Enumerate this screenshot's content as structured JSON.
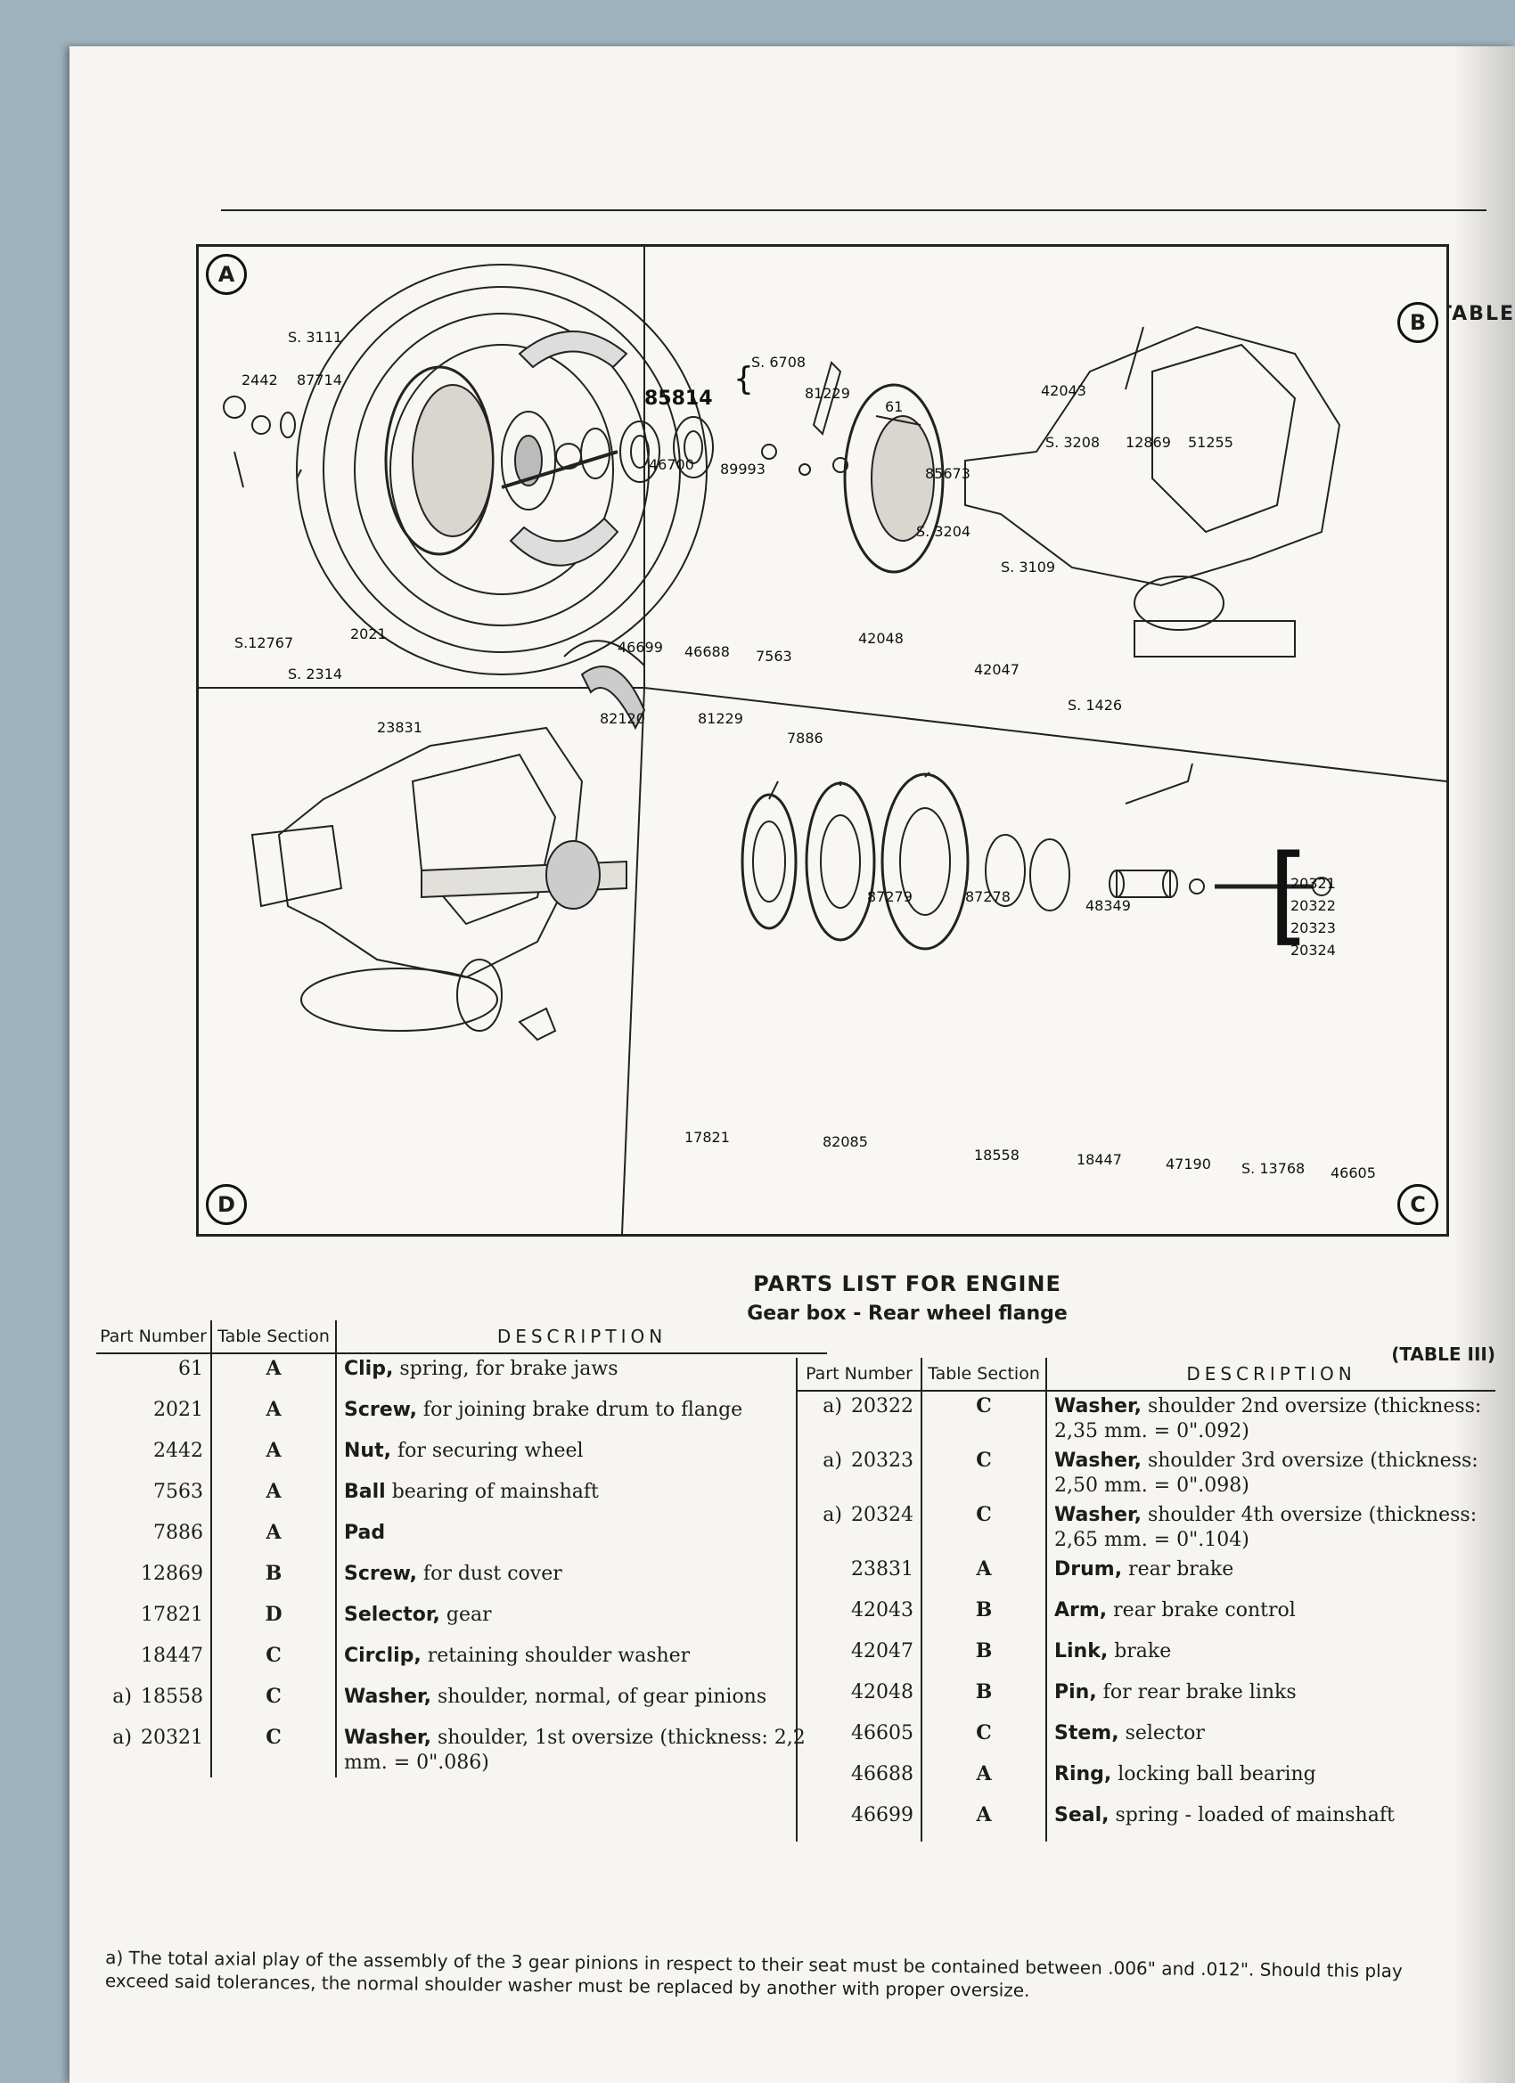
{
  "header": {
    "table_word": "TABLE"
  },
  "diagram": {
    "sections": [
      "A",
      "B",
      "C",
      "D"
    ],
    "labels_a": [
      "S. 3111",
      "2442",
      "87714",
      "S.12767",
      "S. 2314",
      "2021",
      "23831",
      "46699",
      "82120",
      "46688",
      "7563",
      "46700",
      "89993",
      "81229",
      "7886"
    ],
    "group_a": {
      "main": "85814",
      "sub": [
        "S. 6708",
        "81229",
        "61"
      ]
    },
    "labels_b": [
      "85673",
      "S. 3204",
      "42048",
      "42043",
      "S. 3208",
      "12869",
      "51255",
      "S. 3109",
      "42047",
      "S. 1426"
    ],
    "labels_c": [
      "87279",
      "87278",
      "48349",
      "18558",
      "18447",
      "47190",
      "S. 13768",
      "46605"
    ],
    "group_c": [
      "20321",
      "20322",
      "20323",
      "20324"
    ],
    "labels_d": [
      "17821",
      "82085"
    ]
  },
  "parts": {
    "title": "PARTS LIST FOR ENGINE",
    "subtitle": "Gear box - Rear wheel flange",
    "table_code": "(TABLE III)",
    "headers": {
      "part": "Part Number",
      "section": "Table Section",
      "description": "DESCRIPTION"
    },
    "left": [
      {
        "prefix": "",
        "number": "61",
        "section": "A",
        "name": "Clip,",
        "rest": "spring, for brake jaws"
      },
      {
        "prefix": "",
        "number": "2021",
        "section": "A",
        "name": "Screw,",
        "rest": "for joining brake drum to flange"
      },
      {
        "prefix": "",
        "number": "2442",
        "section": "A",
        "name": "Nut,",
        "rest": "for securing wheel"
      },
      {
        "prefix": "",
        "number": "7563",
        "section": "A",
        "name": "Ball",
        "rest": "bearing of mainshaft"
      },
      {
        "prefix": "",
        "number": "7886",
        "section": "A",
        "name": "Pad",
        "rest": ""
      },
      {
        "prefix": "",
        "number": "12869",
        "section": "B",
        "name": "Screw,",
        "rest": "for dust cover"
      },
      {
        "prefix": "",
        "number": "17821",
        "section": "D",
        "name": "Selector,",
        "rest": "gear"
      },
      {
        "prefix": "",
        "number": "18447",
        "section": "C",
        "name": "Circlip,",
        "rest": "retaining shoulder washer"
      },
      {
        "prefix": "a)",
        "number": "18558",
        "section": "C",
        "name": "Washer,",
        "rest": "shoulder, normal, of gear pinions"
      },
      {
        "prefix": "a)",
        "number": "20321",
        "section": "C",
        "name": "Washer,",
        "rest": "shoulder, 1st oversize (thickness: 2,2 mm. = 0\".086)"
      }
    ],
    "right": [
      {
        "prefix": "a)",
        "number": "20322",
        "section": "C",
        "name": "Washer,",
        "rest": "shoulder 2nd oversize (thickness: 2,35 mm. = 0\".092)"
      },
      {
        "prefix": "a)",
        "number": "20323",
        "section": "C",
        "name": "Washer,",
        "rest": "shoulder 3rd oversize (thickness: 2,50 mm. = 0\".098)"
      },
      {
        "prefix": "a)",
        "number": "20324",
        "section": "C",
        "name": "Washer,",
        "rest": "shoulder 4th oversize (thickness: 2,65 mm. = 0\".104)"
      },
      {
        "prefix": "",
        "number": "23831",
        "section": "A",
        "name": "Drum,",
        "rest": "rear brake"
      },
      {
        "prefix": "",
        "number": "42043",
        "section": "B",
        "name": "Arm,",
        "rest": "rear brake control"
      },
      {
        "prefix": "",
        "number": "42047",
        "section": "B",
        "name": "Link,",
        "rest": "brake"
      },
      {
        "prefix": "",
        "number": "42048",
        "section": "B",
        "name": "Pin,",
        "rest": "for rear brake links"
      },
      {
        "prefix": "",
        "number": "46605",
        "section": "C",
        "name": "Stem,",
        "rest": "selector"
      },
      {
        "prefix": "",
        "number": "46688",
        "section": "A",
        "name": "Ring,",
        "rest": "locking ball bearing"
      },
      {
        "prefix": "",
        "number": "46699",
        "section": "A",
        "name": "Seal,",
        "rest": "spring - loaded of mainshaft"
      }
    ],
    "footnote": "a) The total axial play of the assembly of the 3 gear pinions in respect to their seat must be contained between .006\" and .012\". Should this play exceed said tolerances, the normal shoulder washer must be replaced by another with proper oversize."
  }
}
